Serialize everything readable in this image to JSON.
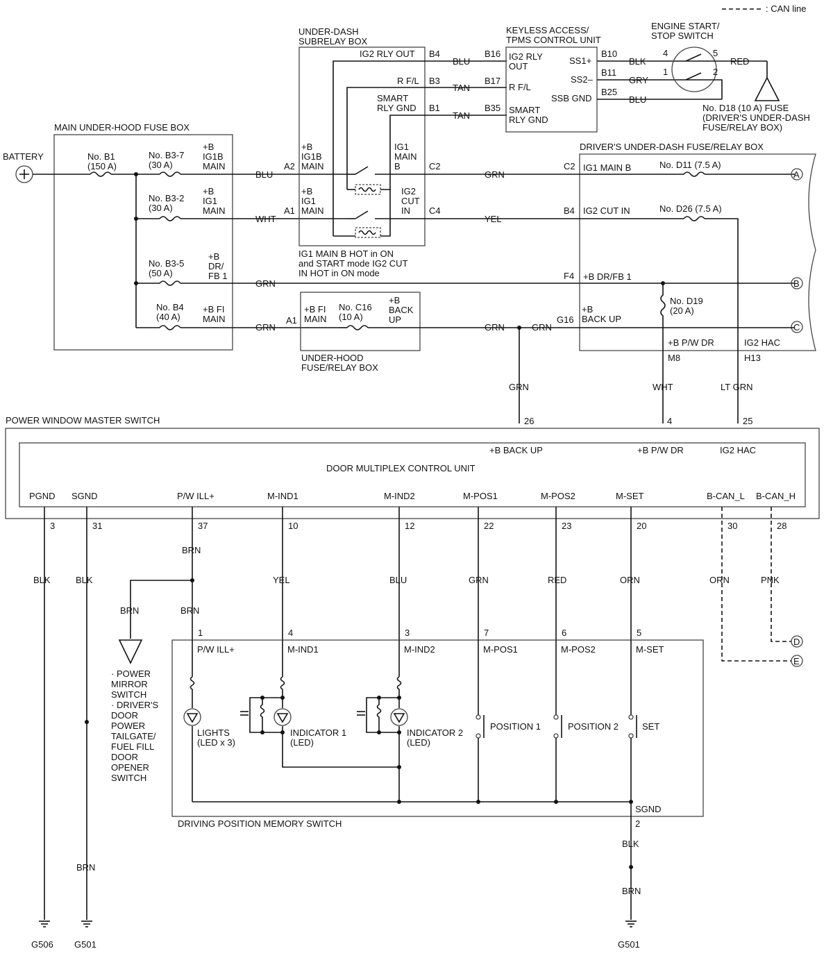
{
  "legend": {
    "can_line": ": CAN line"
  },
  "battery": {
    "label": "BATTERY"
  },
  "main_fuse_box": {
    "title": "MAIN UNDER-HOOD FUSE BOX",
    "b1": "No. B1",
    "b1_amp": "(150 A)",
    "b37": "No. B3-7",
    "b37_amp": "(30 A)",
    "b32": "No. B3-2",
    "b32_amp": "(30 A)",
    "b35": "No. B3-5",
    "b35_amp": "(50 A)",
    "b4": "No. B4",
    "b4_amp": "(40 A)",
    "ig1b_main": [
      "+B",
      "IG1B",
      "MAIN"
    ],
    "ig1_main": [
      "+B",
      "IG1",
      "MAIN"
    ],
    "drfb": [
      "+B",
      "DR/",
      "FB 1"
    ],
    "fi_main": [
      "+B FI",
      "MAIN"
    ]
  },
  "wires": {
    "blu": "BLU",
    "wht": "WHT",
    "grn": "GRN",
    "yel": "YEL",
    "tan": "TAN",
    "blk": "BLK",
    "gry": "GRY",
    "red": "RED",
    "ltgrn": "LT GRN",
    "brn": "BRN",
    "orn": "ORN",
    "pnk": "PNK"
  },
  "subrelay": {
    "title1": "UNDER-DASH",
    "title2": "SUBRELAY BOX",
    "ig2_rly_out": "IG2 RLY OUT",
    "rfl": "R F/L",
    "smart1": "SMART",
    "smart2": "RLY GND",
    "ig1b_main": [
      "+B",
      "IG1B",
      "MAIN"
    ],
    "ig1_main": [
      "+B",
      "IG1",
      "MAIN"
    ],
    "ig1_main_b": [
      "IG1",
      "MAIN",
      "B"
    ],
    "ig2_cut_in": [
      "IG2",
      "CUT",
      "IN"
    ],
    "note": [
      "IG1 MAIN B HOT in ON",
      "and START mode IG2 CUT",
      "IN HOT in ON mode"
    ],
    "pins": {
      "b4": "B4",
      "b3": "B3",
      "b1": "B1",
      "a2": "A2",
      "a1": "A1",
      "c2": "C2",
      "c4": "C4"
    }
  },
  "keyless": {
    "title1": "KEYLESS ACCESS/",
    "title2": "TPMS CONTROL UNIT",
    "ig2rlyout": [
      "IG2 RLY",
      "OUT"
    ],
    "rfl": "R F/L",
    "smart": [
      "SMART",
      "RLY GND"
    ],
    "ss1": "SS1+",
    "ss2": "SS2–",
    "ssbgnd": "SSB GND",
    "pins": {
      "b16": "B16",
      "b17": "B17",
      "b35": "B35",
      "b10": "B10",
      "b11": "B11",
      "b25": "B25"
    }
  },
  "start_switch": {
    "title1": "ENGINE START/",
    "title2": "STOP SWITCH",
    "p4": "4",
    "p5": "5",
    "p1": "1",
    "p2": "2"
  },
  "d18": [
    "No. D18 (10 A) FUSE",
    "(DRIVER'S UNDER-DASH",
    "FUSE/RELAY BOX)"
  ],
  "driver_box": {
    "title": "DRIVER'S UNDER-DASH FUSE/RELAY BOX",
    "ig1mainb": "IG1 MAIN B",
    "d11": "No. D11 (7.5 A)",
    "ig2cutin": "IG2 CUT IN",
    "d26": "No. D26 (7.5 A)",
    "drfb1": "+B DR/FB 1",
    "d19": "No. D19",
    "d19_amp": "(20 A)",
    "backup": [
      "+B",
      "BACK UP"
    ],
    "pwdr": "+B P/W DR",
    "ig2hac": "IG2 HAC",
    "pins": {
      "c2": "C2",
      "b4": "B4",
      "f4": "F4",
      "g16": "G16",
      "m8": "M8",
      "h13": "H13"
    },
    "conn": {
      "a": "A",
      "b": "B",
      "c": "C"
    }
  },
  "underhood_box": {
    "title1": "UNDER-HOOD",
    "title2": "FUSE/RELAY BOX",
    "fi": [
      "+B FI",
      "MAIN"
    ],
    "c16": "No. C16",
    "c16_amp": "(10 A)",
    "backup": [
      "+B",
      "BACK",
      "UP"
    ],
    "a1": "A1"
  },
  "pw_master": {
    "title": "POWER WINDOW MASTER SWITCH",
    "dmcu": "DOOR MULTIPLEX CONTROL UNIT",
    "backup": "+B BACK UP",
    "pwdr": "+B P/W DR",
    "ig2hac": "IG2 HAC",
    "pin_backup": "26",
    "pin_pwdr": "4",
    "pin_ig2hac": "25",
    "terms": [
      {
        "name": "PGND",
        "pin": "3"
      },
      {
        "name": "SGND",
        "pin": "31"
      },
      {
        "name": "P/W ILL+",
        "pin": "37"
      },
      {
        "name": "M-IND1",
        "pin": "10"
      },
      {
        "name": "M-IND2",
        "pin": "12"
      },
      {
        "name": "M-POS1",
        "pin": "22"
      },
      {
        "name": "M-POS2",
        "pin": "23"
      },
      {
        "name": "M-SET",
        "pin": "20"
      },
      {
        "name": "B-CAN_L",
        "pin": "30"
      },
      {
        "name": "B-CAN_H",
        "pin": "28"
      }
    ]
  },
  "mirror_note": [
    "· POWER",
    "MIRROR",
    "SWITCH",
    "· DRIVER'S",
    "DOOR",
    "POWER",
    "TAILGATE/",
    "FUEL FILL",
    "DOOR",
    "OPENER",
    "SWITCH"
  ],
  "memory_switch": {
    "title": "DRIVING POSITION MEMORY SWITCH",
    "terms": [
      {
        "name": "P/W ILL+",
        "pin": "1"
      },
      {
        "name": "M-IND1",
        "pin": "4"
      },
      {
        "name": "M-IND2",
        "pin": "3"
      },
      {
        "name": "M-POS1",
        "pin": "7"
      },
      {
        "name": "M-POS2",
        "pin": "6"
      },
      {
        "name": "M-SET",
        "pin": "5"
      }
    ],
    "lights": [
      "LIGHTS",
      "(LED x 3)"
    ],
    "ind1": [
      "INDICATOR 1",
      "(LED)"
    ],
    "ind2": [
      "INDICATOR 2",
      "(LED)"
    ],
    "pos1": "POSITION 1",
    "pos2": "POSITION 2",
    "set": "SET",
    "sgnd": "SGND",
    "sgnd_pin": "2"
  },
  "can_conn": {
    "d": "D",
    "e": "E"
  },
  "grounds": {
    "g506": "G506",
    "g501a": "G501",
    "g501b": "G501"
  }
}
